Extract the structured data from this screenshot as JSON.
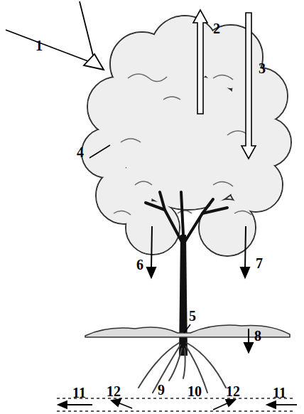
{
  "diagram": {
    "labels": [
      "1",
      "2",
      "3",
      "4",
      "6",
      "7",
      "5",
      "8",
      "9",
      "10",
      "11",
      "12",
      "12",
      "11"
    ]
  }
}
